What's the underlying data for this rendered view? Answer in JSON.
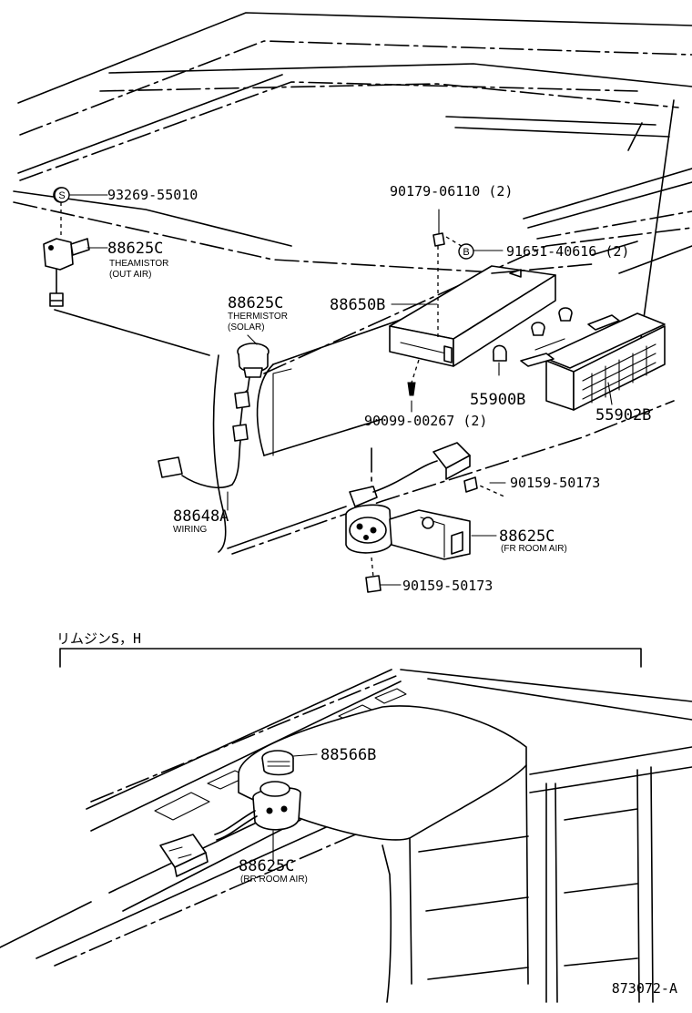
{
  "diagram": {
    "callouts": {
      "p93269": "93269-55010",
      "p88625c_out": "88625C",
      "p88625c_out_sub1": "THEAMISTOR",
      "p88625c_out_sub2": "(OUT AIR)",
      "p88625c_solar": "88625C",
      "p88625c_solar_sub1": "THERMISTOR",
      "p88625c_solar_sub2": "(SOLAR)",
      "p88648a": "88648A",
      "p88648a_sub": "WIRING",
      "p90179": "90179-06110 (2)",
      "p91651": "91651-40616 (2)",
      "p88650b": "88650B",
      "p55900b": "55900B",
      "p55902b": "55902B",
      "p90099": "90099-00267 (2)",
      "p90159_a": "90159-50173",
      "p88625c_fr": "88625C",
      "p88625c_fr_sub": "(FR ROOM AIR)",
      "p90159_b": "90159-50173",
      "p88566b": "88566B",
      "p88625c_rr": "88625C",
      "p88625c_rr_sub": "(RR ROOM AIR)"
    },
    "markers": {
      "s_marker": "S",
      "b_marker": "B"
    },
    "section_header": "リムジンS，H",
    "figure_number": "873072-A"
  }
}
